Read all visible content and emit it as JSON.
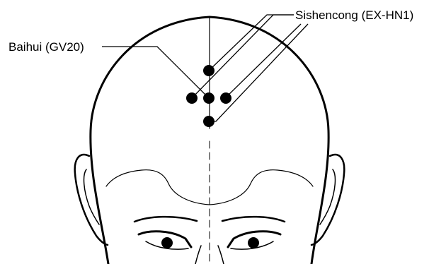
{
  "labels": {
    "sishencong": "Sishencong (EX-HN1)",
    "baihui": "Baihui (GV20)"
  },
  "colors": {
    "ink": "#000000",
    "background": "#ffffff"
  },
  "points": [
    {
      "name": "baihui",
      "label_ref": "labels.baihui"
    },
    {
      "name": "sishencong-front"
    },
    {
      "name": "sishencong-left"
    },
    {
      "name": "sishencong-right"
    },
    {
      "name": "sishencong-back"
    }
  ]
}
